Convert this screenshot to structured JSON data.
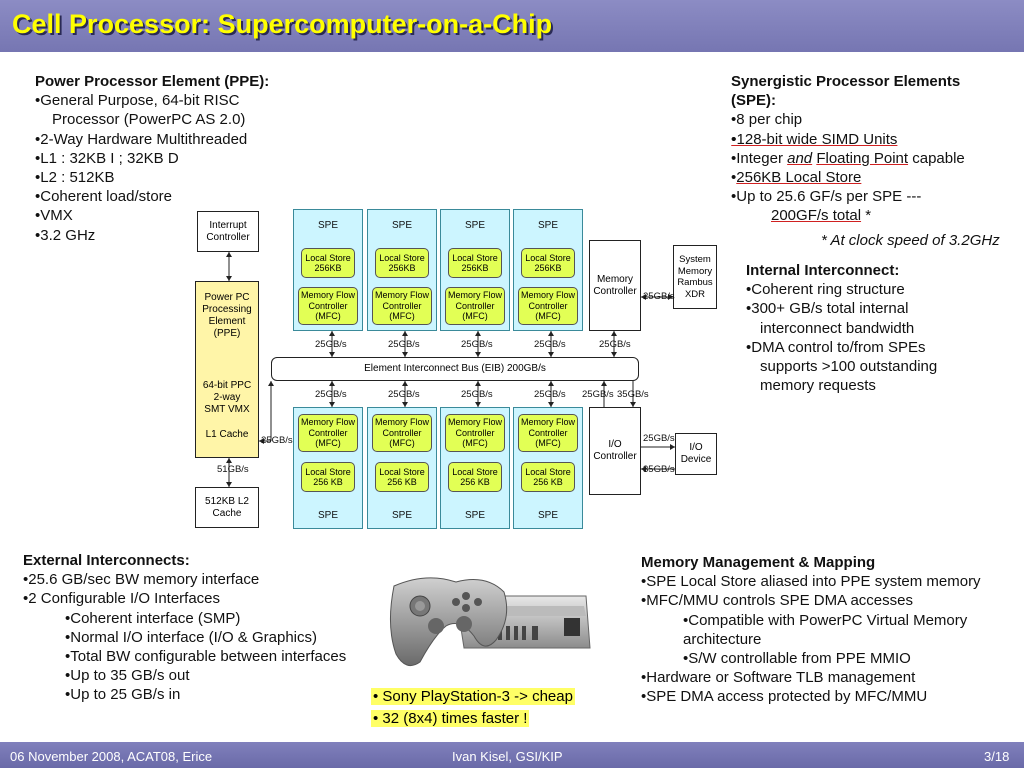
{
  "header": {
    "title": "Cell Processor: Supercomputer-on-a-Chip"
  },
  "ppe": {
    "heading": "Power Processor Element (PPE):",
    "items": [
      "•General Purpose, 64-bit RISC",
      "Processor (PowerPC AS 2.0)",
      "•2-Way Hardware Multithreaded",
      "•L1 : 32KB I ; 32KB D",
      "•L2 : 512KB",
      "•Coherent load/store",
      "•VMX",
      "•3.2 GHz"
    ]
  },
  "spe_text": {
    "heading1": "Synergistic Processor Elements",
    "heading2": "(SPE):",
    "l1": "•8 per chip",
    "l2": "•128-bit wide SIMD Units",
    "l3a": "•Integer ",
    "l3b": "and",
    "l3c": "Floating Point",
    "l3d": " capable",
    "l4": "256KB Local Store",
    "l5": "•Up to 25.6 GF/s per SPE ---",
    "l6": "200GF/s total",
    "l6b": " *",
    "note": "* At clock speed of 3.2GHz"
  },
  "internal": {
    "heading": "Internal Interconnect:",
    "items": [
      "•Coherent ring structure",
      "•300+ GB/s total internal",
      "interconnect bandwidth",
      "•DMA control to/from SPEs",
      "supports >100 outstanding",
      "memory requests"
    ]
  },
  "external": {
    "heading": "External Interconnects:",
    "items": [
      "•25.6 GB/sec BW memory interface",
      "•2 Configurable I/O Interfaces",
      "•Coherent interface (SMP)",
      "•Normal I/O interface (I/O & Graphics)",
      "•Total BW configurable between interfaces",
      "•Up to 35 GB/s out",
      "•Up to 25 GB/s in"
    ]
  },
  "memmgmt": {
    "heading": "Memory Management & Mapping",
    "items": [
      "•SPE Local Store aliased into PPE system memory",
      "•MFC/MMU controls SPE DMA accesses",
      "•Compatible with PowerPC Virtual Memory",
      "architecture",
      "•S/W controllable from PPE MMIO",
      "•Hardware or Software TLB management",
      "•SPE DMA access protected by MFC/MMU"
    ]
  },
  "ps3": {
    "l1": "• Sony PlayStation-3 -> cheap",
    "l2": "• 32 (8x4) times faster !"
  },
  "diagram": {
    "interrupt": "Interrupt Controller",
    "ppe_box": "Power PC Processing Element (PPE)",
    "ppe_box2": "64-bit PPC 2-way SMT VMX",
    "ppe_box3": "L1 Cache",
    "l2": "512KB L2 Cache",
    "spe": "SPE",
    "ls_top": "Local Store 256KB",
    "ls_bot": "Local Store 256 KB",
    "mfc": "Memory Flow Controller (MFC)",
    "memctrl": "Memory Controller",
    "sysmem": "System Memory Rambus XDR",
    "eib": "Element Interconnect Bus (EIB) 200GB/s",
    "io_ctrl": "I/O Controller",
    "io_dev": "I/O Device",
    "bw25": "25GB/s",
    "bw35": "35GB/s",
    "bw51": "51GB/s"
  },
  "footer": {
    "left": "06 November 2008, ACAT08, Erice",
    "center": "Ivan Kisel, GSI/KIP",
    "right": "3/18"
  },
  "colors": {
    "title": "#ffff00",
    "bar": "#7878b4",
    "spe_fill": "#ccf5ff",
    "unit_fill": "#e2ff55"
  }
}
